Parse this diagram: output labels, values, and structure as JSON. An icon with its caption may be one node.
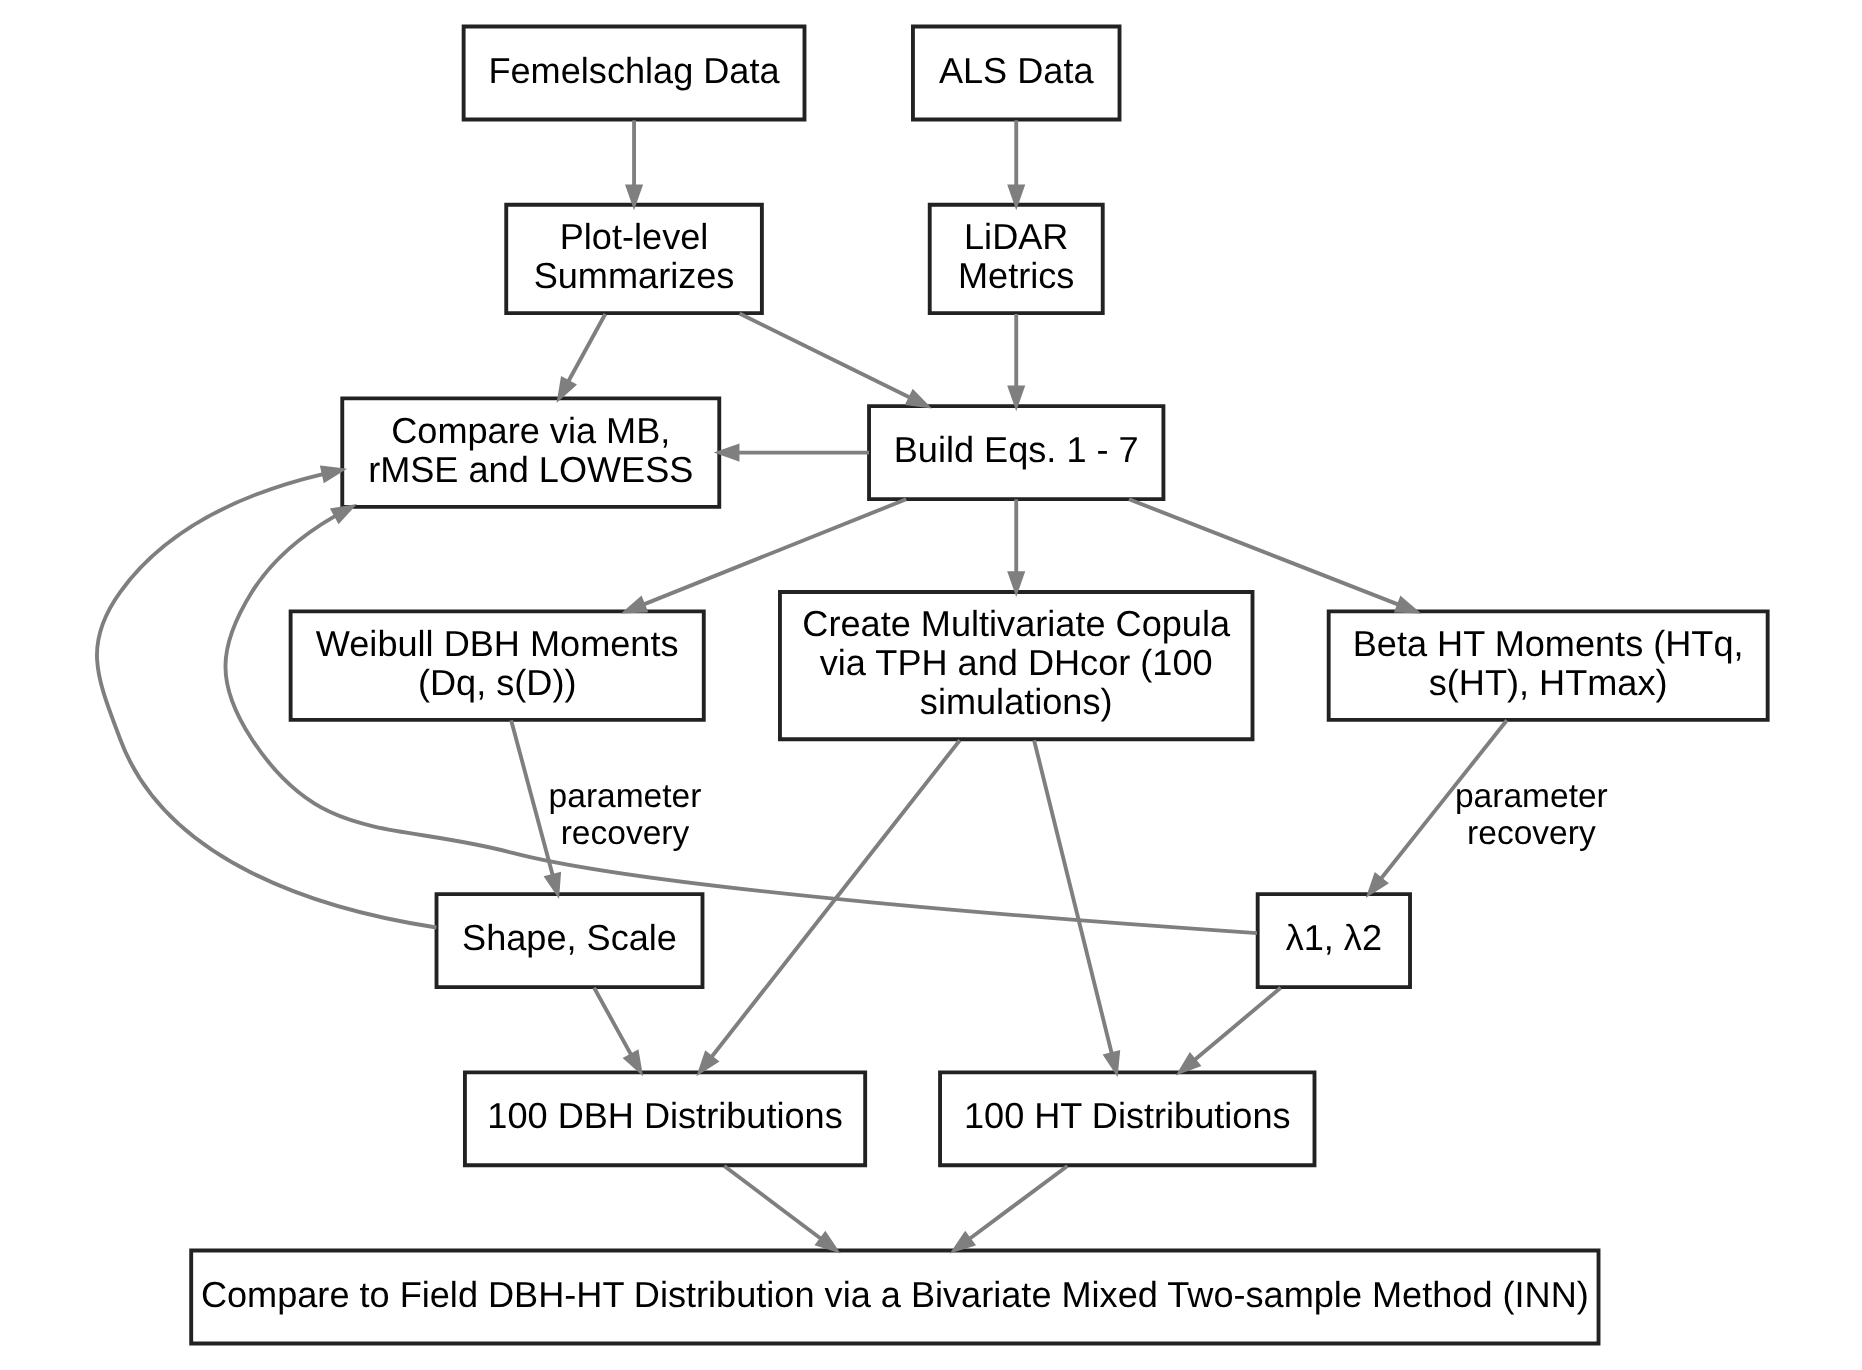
{
  "diagram": {
    "nodes": [
      {
        "text": [
          "Femelschlag Data"
        ]
      },
      {
        "text": [
          "ALS Data"
        ]
      },
      {
        "text": [
          "Plot-level Summarizes"
        ]
      },
      {
        "text": [
          "LiDAR Metrics"
        ]
      },
      {
        "text": [
          "Compare via MB, rMSE and LOWESS"
        ]
      },
      {
        "text": [
          "Build Eqs. 1 - 7"
        ]
      },
      {
        "text": [
          "Weibull DBH Moments (Dq, s(D))"
        ]
      },
      {
        "text": [
          "Create Multivariate Copula via TPH and DHcor (100 simulations)"
        ]
      },
      {
        "text": [
          "Beta HT Moments (HTq, s(HT), HTmax)"
        ]
      },
      {
        "text": [
          "Shape, Scale"
        ]
      },
      {
        "text": [
          "λ1, λ2"
        ]
      },
      {
        "text": [
          "100 DBH Distributions"
        ]
      },
      {
        "text": [
          "100 HT Distributions"
        ]
      },
      {
        "text": [
          "Compare to Field DBH-HT Distribution via a Bivariate Mixed Two-sample Method (INN)"
        ]
      }
    ],
    "edges": [
      {
        "from": 0,
        "to": 2,
        "arrow": "to"
      },
      {
        "from": 1,
        "to": 3,
        "arrow": "to"
      },
      {
        "from": 2,
        "to": 4,
        "arrow": "to"
      },
      {
        "from": 2,
        "to": 5,
        "arrow": "to"
      },
      {
        "from": 3,
        "to": 5,
        "arrow": "to"
      },
      {
        "from": 5,
        "to": 4,
        "arrow": "to"
      },
      {
        "from": 5,
        "to": 6,
        "arrow": "to"
      },
      {
        "from": 5,
        "to": 7,
        "arrow": "to"
      },
      {
        "from": 5,
        "to": 8,
        "arrow": "to"
      },
      {
        "from": 6,
        "to": 9,
        "arrow": "to",
        "label": "parameter recovery"
      },
      {
        "from": 8,
        "to": 10,
        "arrow": "to",
        "label": "parameter recovery"
      },
      {
        "from": 9,
        "to": 4,
        "arrow": "to"
      },
      {
        "from": 10,
        "to": 4,
        "arrow": "to"
      },
      {
        "from": 9,
        "to": 11,
        "arrow": "to"
      },
      {
        "from": 7,
        "to": 11,
        "arrow": "to"
      },
      {
        "from": 7,
        "to": 12,
        "arrow": "to"
      },
      {
        "from": 10,
        "to": 12,
        "arrow": "to"
      },
      {
        "from": 11,
        "to": 13,
        "arrow": "to"
      },
      {
        "from": 12,
        "to": 13,
        "arrow": "to"
      }
    ]
  }
}
